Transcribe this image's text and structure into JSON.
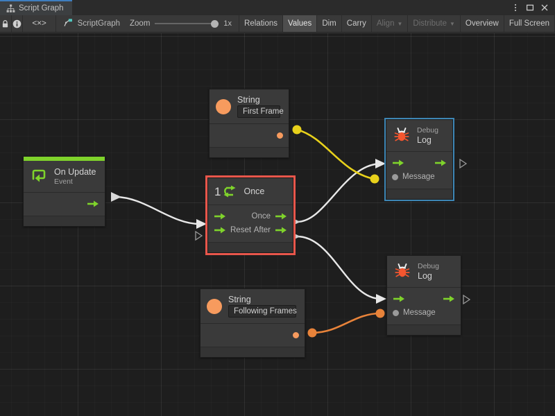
{
  "window": {
    "tab_label": "Script Graph",
    "tab_icon": "script-graph-icon",
    "controls": {
      "menu": "kebab-menu-icon",
      "maximize": "maximize-icon",
      "close": "close-icon"
    }
  },
  "toolbar": {
    "lock_icon": "lock-icon",
    "info_icon": "info-icon",
    "code_icon": "<×>",
    "graph_name": "ScriptGraph",
    "graph_name_icon": "scriptgraph-node-icon",
    "zoom_label": "Zoom",
    "zoom_value": "1x",
    "zoom_percent": 100,
    "buttons": [
      {
        "label": "Relations",
        "active": false,
        "disabled": false,
        "caret": false
      },
      {
        "label": "Values",
        "active": true,
        "disabled": false,
        "caret": false
      },
      {
        "label": "Dim",
        "active": false,
        "disabled": false,
        "caret": false
      },
      {
        "label": "Carry",
        "active": false,
        "disabled": false,
        "caret": false
      },
      {
        "label": "Align",
        "active": false,
        "disabled": true,
        "caret": true
      },
      {
        "label": "Distribute",
        "active": false,
        "disabled": true,
        "caret": true
      },
      {
        "label": "Overview",
        "active": false,
        "disabled": false,
        "caret": false
      },
      {
        "label": "Full Screen",
        "active": false,
        "disabled": false,
        "caret": false
      }
    ]
  },
  "graph": {
    "nodes": {
      "on_update": {
        "title": "On Update",
        "subtitle": "Event",
        "icon": "on-update-loop-icon",
        "accent_color": "#7fd32b",
        "selected": false,
        "out_port": "control-output-arrow"
      },
      "string_first": {
        "title": "String",
        "value": "First Frame",
        "icon": "string-value-icon",
        "icon_color": "#f79b5e",
        "selected": false
      },
      "string_following": {
        "title": "String",
        "value": "Following Frames",
        "icon": "string-value-icon",
        "icon_color": "#f79b5e",
        "selected": false
      },
      "once": {
        "title": "Once",
        "icon": "once-counter-icon",
        "badge": "1",
        "selected": true,
        "selection_color": "#e8564b",
        "ports": {
          "in_enter": "control-input-arrow",
          "in_reset": "Reset",
          "out_once": "Once",
          "out_after": "After"
        }
      },
      "debug_log_top": {
        "subtitle": "Debug",
        "title": "Log",
        "icon": "debug-bug-icon",
        "selected": true,
        "selection_color": "#3d86b5",
        "message_label": "Message"
      },
      "debug_log_bottom": {
        "subtitle": "Debug",
        "title": "Log",
        "icon": "debug-bug-icon",
        "selected": false,
        "message_label": "Message"
      }
    },
    "wire_colors": {
      "control_flow": "#e8e8e8",
      "string_first": "#e8d11b",
      "string_following": "#e8833a"
    }
  }
}
